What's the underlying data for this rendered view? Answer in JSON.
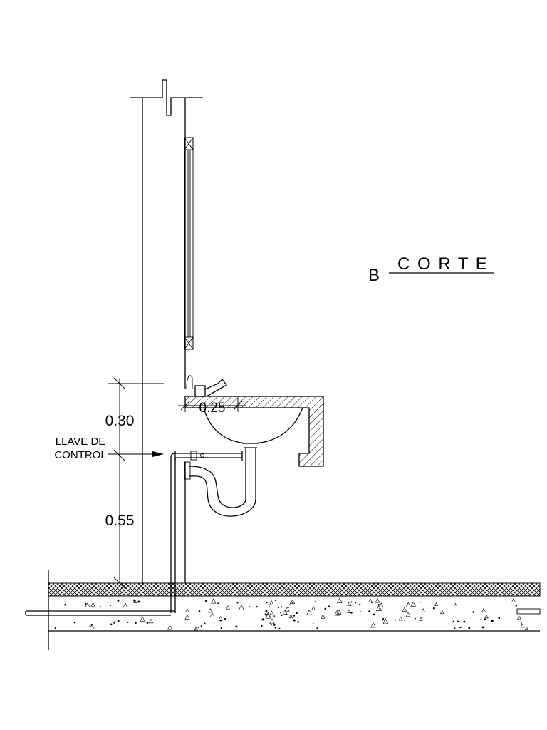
{
  "title": {
    "letter": "B",
    "word": "C O R T E"
  },
  "dimensions": {
    "upper": "0.30",
    "lower": "0.55",
    "basin": "0.25"
  },
  "callout": {
    "line1": "LLAVE DE",
    "line2": "CONTROL"
  },
  "colors": {
    "ink": "#000000",
    "background": "#ffffff"
  }
}
